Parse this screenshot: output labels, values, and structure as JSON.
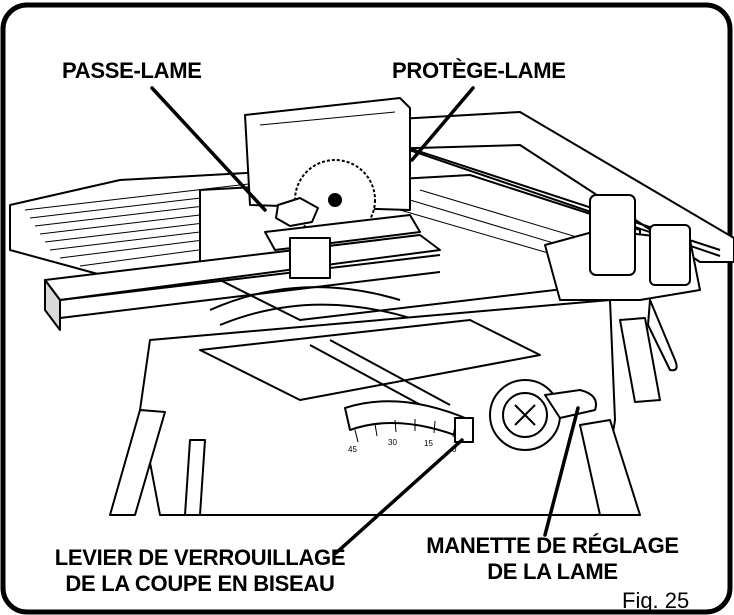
{
  "labels": {
    "passe_lame": "PASSE-LAME",
    "protege_lame": "PROTÈGE-LAME",
    "levier_line1": "LEVIER DE VERROUILLAGE",
    "levier_line2": "DE LA COUPE EN BISEAU",
    "manette_line1": "MANETTE DE RÉGLAGE",
    "manette_line2": "DE LA LAME"
  },
  "figure_caption": "Fig. 25",
  "bevel_scale_ticks": [
    "45",
    "30",
    "15",
    "0"
  ],
  "colors": {
    "ink": "#000000",
    "paper": "#ffffff",
    "shade": "#d9d9d9"
  }
}
